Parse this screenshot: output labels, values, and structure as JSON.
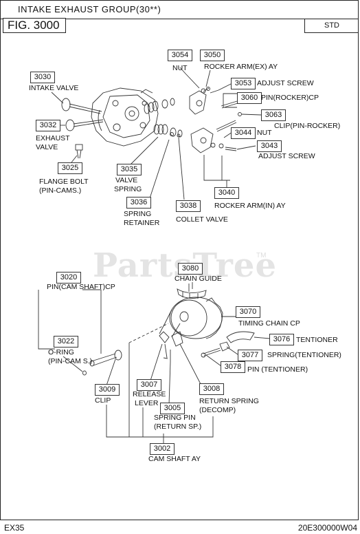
{
  "header": {
    "title": "INTAKE EXHAUST GROUP(30**)",
    "figure": "FIG. 3000",
    "variant": "STD"
  },
  "parts": {
    "p3030": {
      "num": "3030",
      "name": "INTAKE  VALVE"
    },
    "p3032": {
      "num": "3032",
      "name1": "EXHAUST",
      "name2": "VALVE"
    },
    "p3025": {
      "num": "3025",
      "name1": "FLANGE BOLT",
      "name2": "(PIN-CAMS.)"
    },
    "p3035": {
      "num": "3035",
      "name1": "VALVE",
      "name2": "SPRING"
    },
    "p3036": {
      "num": "3036",
      "name1": "SPRING",
      "name2": "RETAINER"
    },
    "p3038": {
      "num": "3038",
      "name": "COLLET VALVE"
    },
    "p3054": {
      "num": "3054",
      "name": "NUT"
    },
    "p3050": {
      "num": "3050",
      "name": "ROCKER ARM(EX) AY"
    },
    "p3053": {
      "num": "3053",
      "name": "ADJUST SCREW"
    },
    "p3060": {
      "num": "3060",
      "name": "PIN(ROCKER)CP"
    },
    "p3063": {
      "num": "3063",
      "name": "CLIP(PIN-ROCKER)"
    },
    "p3044": {
      "num": "3044",
      "name": "NUT"
    },
    "p3043": {
      "num": "3043",
      "name": "ADJUST SCREW"
    },
    "p3040": {
      "num": "3040",
      "name": "ROCKER ARM(IN) AY"
    },
    "p3080": {
      "num": "3080",
      "name": "CHAIN GUIDE"
    },
    "p3020": {
      "num": "3020",
      "name": "PIN(CAM SHAFT)CP"
    },
    "p3022": {
      "num": "3022",
      "name1": "O-RING",
      "name2": "(PIN-CAM S.)"
    },
    "p3070": {
      "num": "3070",
      "name": "TIMING CHAIN CP"
    },
    "p3076": {
      "num": "3076",
      "name": "TENTIONER"
    },
    "p3077": {
      "num": "3077",
      "name": "SPRING(TENTIONER)"
    },
    "p3078": {
      "num": "3078",
      "name": "PIN (TENTIONER)"
    },
    "p3009": {
      "num": "3009",
      "name": "CLIP"
    },
    "p3007": {
      "num": "3007",
      "name1": "RELEASE",
      "name2": "LEVER"
    },
    "p3005": {
      "num": "3005",
      "name1": "SPRING PIN",
      "name2": "(RETURN SP.)"
    },
    "p3008": {
      "num": "3008",
      "name1": "RETURN SPRING",
      "name2": "(DECOMP)"
    },
    "p3002": {
      "num": "3002",
      "name": "CAM SHAFT AY"
    }
  },
  "watermark": {
    "text": "PartsTree",
    "tm": "TM"
  },
  "footer": {
    "model": "EX35",
    "code": "20E300000W04"
  }
}
